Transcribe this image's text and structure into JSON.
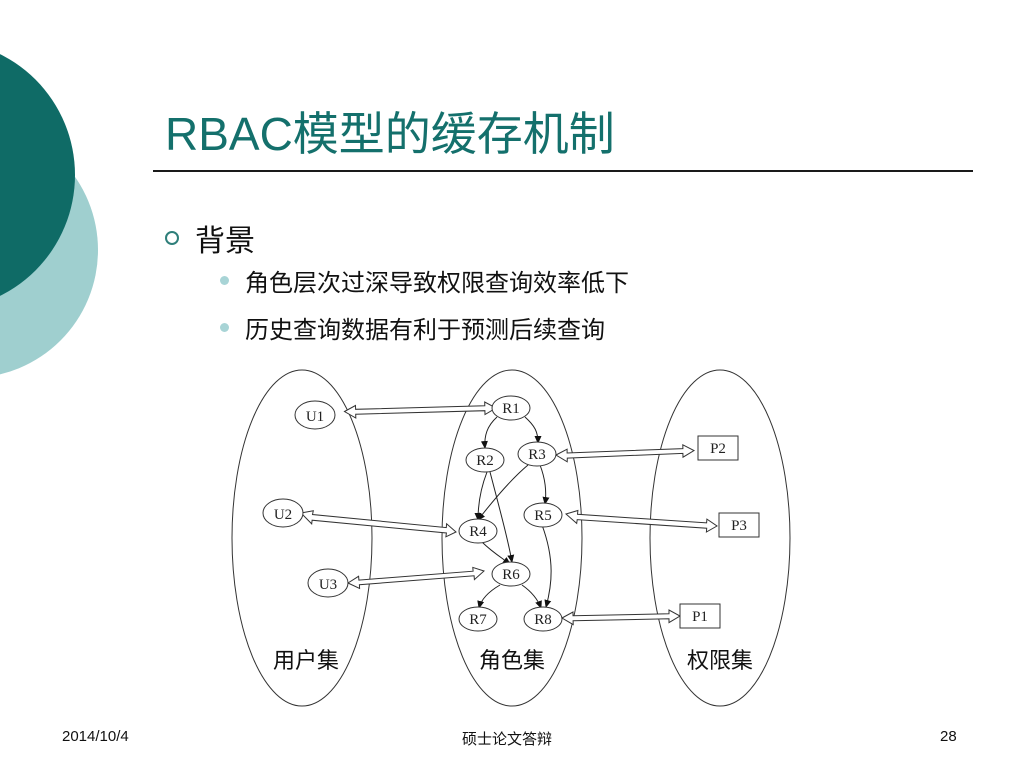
{
  "slide": {
    "title": "RBAC模型的缓存机制",
    "heading": "背景",
    "points": [
      "角色层次过深导致权限查询效率低下",
      "历史查询数据有利于预测后续查询"
    ]
  },
  "diagram": {
    "sets": {
      "users": "用户集",
      "roles": "角色集",
      "permissions": "权限集"
    },
    "users": [
      "U1",
      "U2",
      "U3"
    ],
    "roles": [
      "R1",
      "R2",
      "R3",
      "R4",
      "R5",
      "R6",
      "R7",
      "R8"
    ],
    "permissions": [
      "P2",
      "P3",
      "P1"
    ]
  },
  "footer": {
    "date": "2014/10/4",
    "center": "硕士论文答辩",
    "page": "28"
  },
  "colors": {
    "accent_dark": "#0f6b66",
    "accent_light": "#9fcfcf",
    "title": "#14706c"
  }
}
